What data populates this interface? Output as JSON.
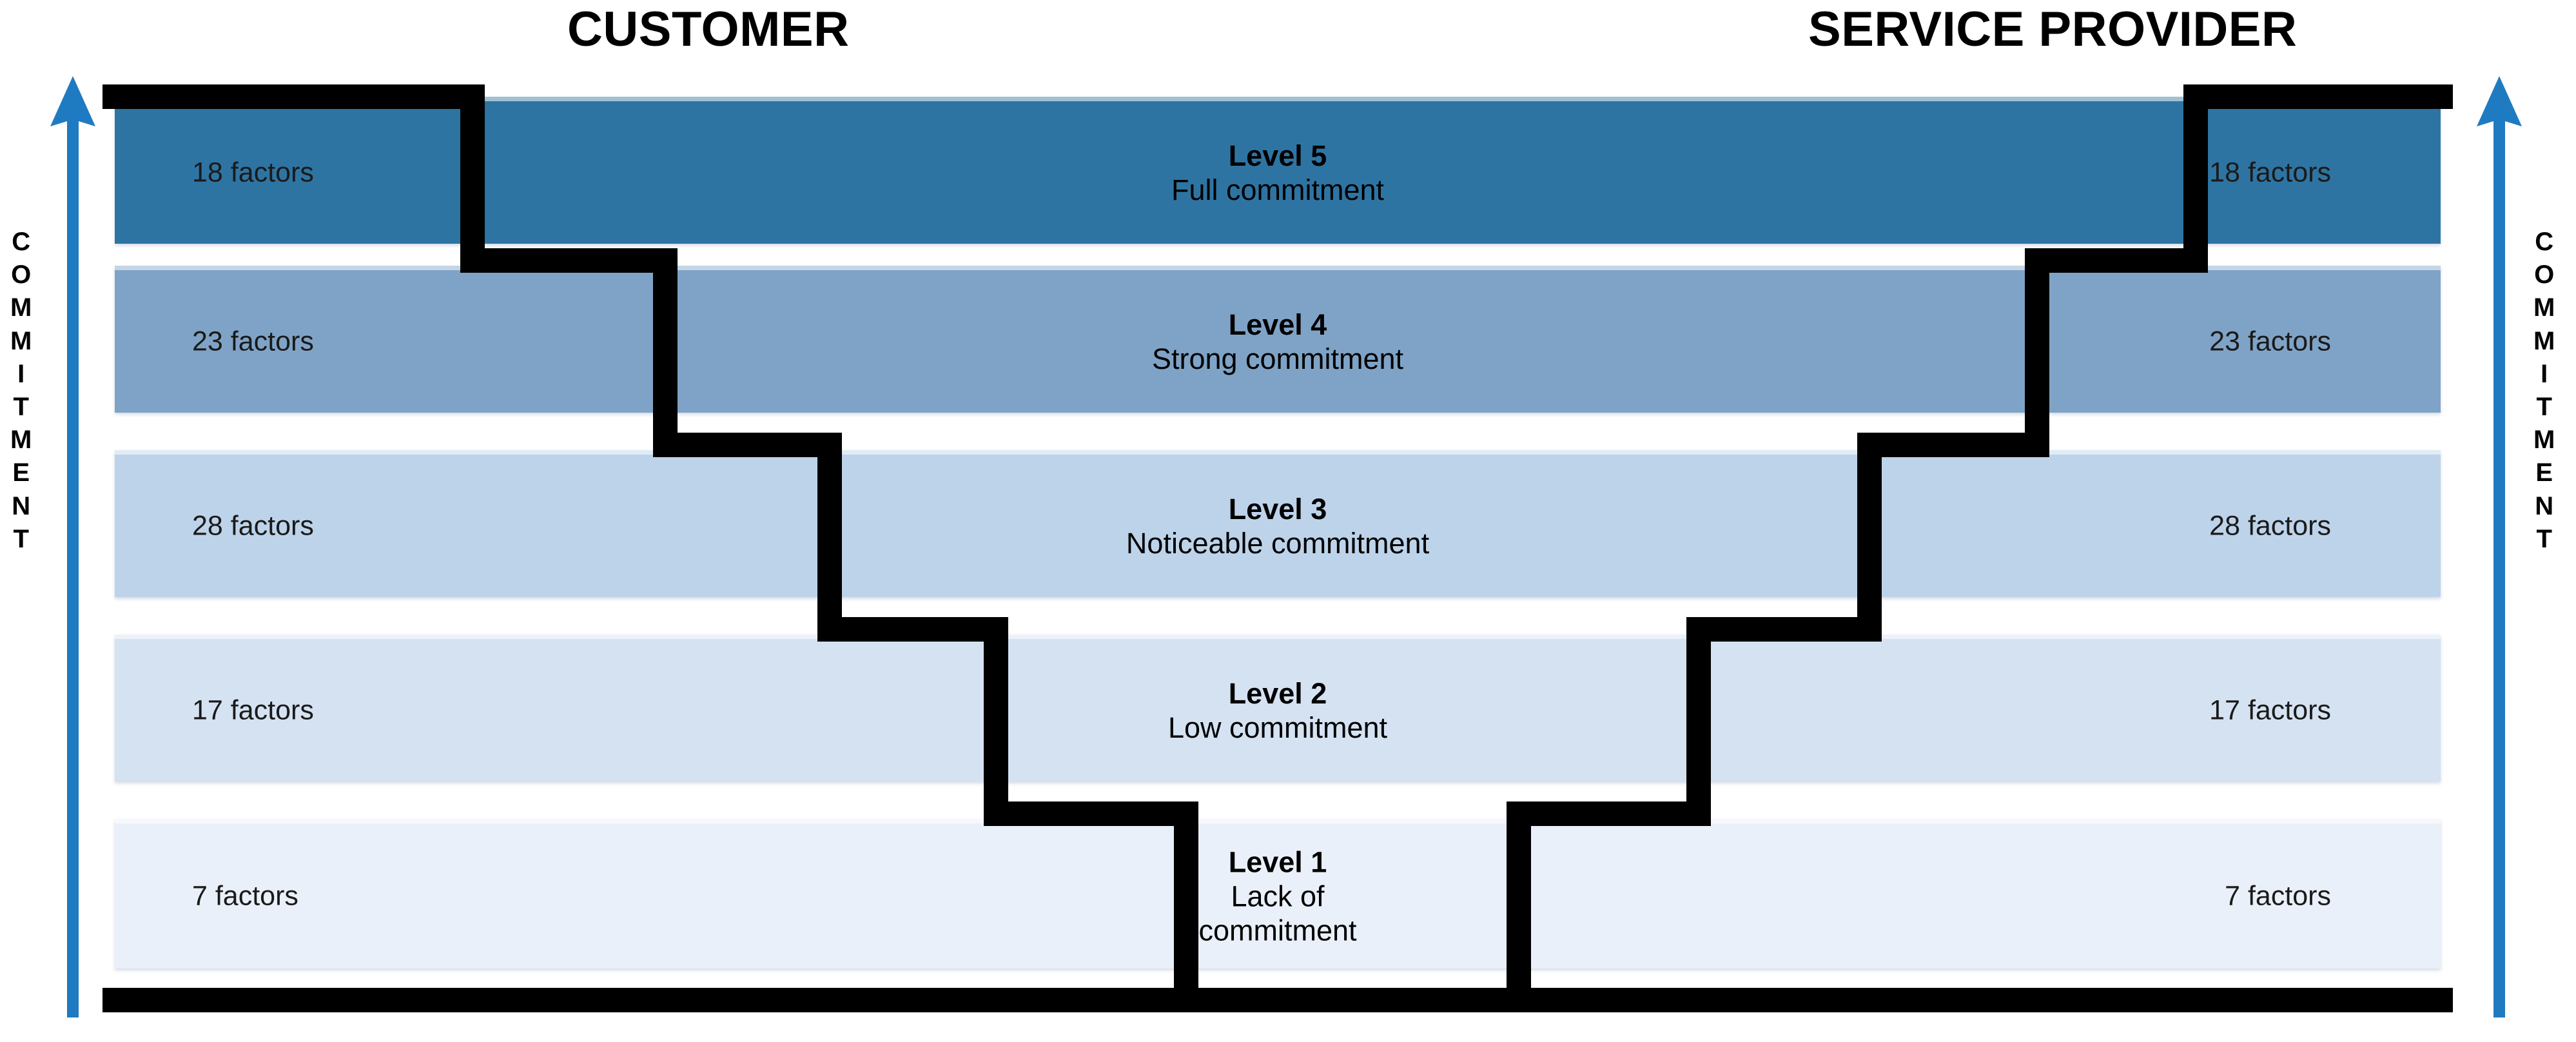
{
  "headings": {
    "left": "CUSTOMER",
    "right": "SERVICE PROVIDER"
  },
  "axis": {
    "label": "COMMITMENT",
    "letters": [
      "C",
      "O",
      "M",
      "M",
      "I",
      "T",
      "M",
      "E",
      "N",
      "T"
    ],
    "left_icon": "up-arrow-icon",
    "right_icon": "up-arrow-icon",
    "arrow_color": "#1F7BC1",
    "direction": "increasing-upward"
  },
  "colors": {
    "level5": "#2E74A3",
    "level4": "#7FA3C6",
    "level3": "#BDD3EA",
    "level2": "#D4E2F2",
    "level1": "#EAF0F9",
    "staircase": "#000000",
    "baseline": "#000000",
    "background": "#FFFFFF"
  },
  "chart_data": {
    "type": "bar",
    "title": "Commitment levels and factor counts",
    "categories": [
      "Level 5",
      "Level 4",
      "Level 3",
      "Level 2",
      "Level 1"
    ],
    "series": [
      {
        "name": "Customer",
        "values": [
          18,
          23,
          28,
          17,
          7
        ]
      },
      {
        "name": "Service provider",
        "values": [
          18,
          23,
          28,
          17,
          7
        ]
      }
    ],
    "xlabel": "",
    "ylabel": "COMMITMENT",
    "legend": [
      "CUSTOMER",
      "SERVICE PROVIDER"
    ]
  },
  "levels": [
    {
      "id": "level-5",
      "title": "Level 5",
      "desc": "Full commitment",
      "customer_factors": "18 factors",
      "provider_factors": "18 factors",
      "color": "#2E74A3"
    },
    {
      "id": "level-4",
      "title": "Level 4",
      "desc": "Strong commitment",
      "customer_factors": "23 factors",
      "provider_factors": "23 factors",
      "color": "#7FA3C6"
    },
    {
      "id": "level-3",
      "title": "Level 3",
      "desc": "Noticeable commitment",
      "customer_factors": "28 factors",
      "provider_factors": "28 factors",
      "color": "#BDD3EA"
    },
    {
      "id": "level-2",
      "title": "Level 2",
      "desc": "Low commitment",
      "customer_factors": "17 factors",
      "provider_factors": "17 factors",
      "color": "#D4E2F2"
    },
    {
      "id": "level-1",
      "title": "Level 1",
      "desc": "Lack of commitment",
      "desc_line1": "Lack of",
      "desc_line2": "commitment",
      "customer_factors": "7 factors",
      "provider_factors": "7 factors",
      "color": "#EAF0F9"
    }
  ]
}
